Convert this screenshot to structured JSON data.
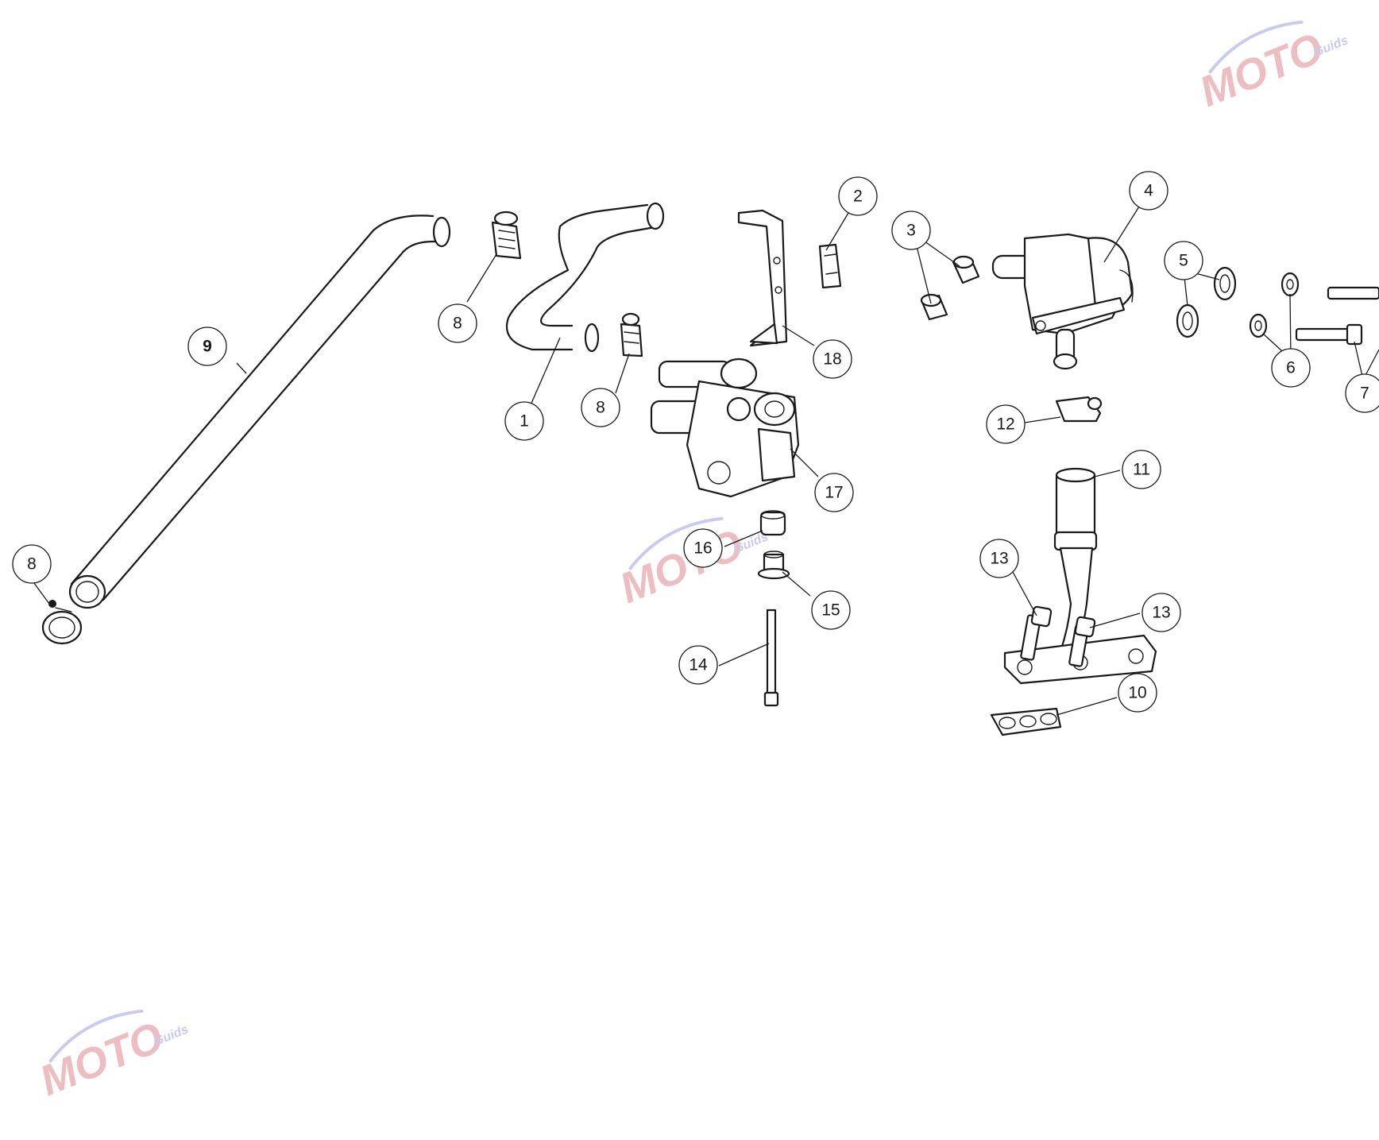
{
  "diagram": {
    "colors": {
      "line": "#1a1a1a",
      "background": "#ffffff",
      "watermark_red": "#e8a9ad",
      "watermark_blue": "#b7b9e6"
    },
    "callouts": [
      {
        "id": "c1",
        "label": "1"
      },
      {
        "id": "c2",
        "label": "2"
      },
      {
        "id": "c3",
        "label": "3"
      },
      {
        "id": "c4",
        "label": "4"
      },
      {
        "id": "c5",
        "label": "5"
      },
      {
        "id": "c6",
        "label": "6"
      },
      {
        "id": "c7",
        "label": "7"
      },
      {
        "id": "c8a",
        "label": "8"
      },
      {
        "id": "c8b",
        "label": "8"
      },
      {
        "id": "c8c",
        "label": "8"
      },
      {
        "id": "c9",
        "label": "9"
      },
      {
        "id": "c10",
        "label": "10"
      },
      {
        "id": "c11",
        "label": "11"
      },
      {
        "id": "c12",
        "label": "12"
      },
      {
        "id": "c13a",
        "label": "13"
      },
      {
        "id": "c13b",
        "label": "13"
      },
      {
        "id": "c14",
        "label": "14"
      },
      {
        "id": "c15",
        "label": "15"
      },
      {
        "id": "c16",
        "label": "16"
      },
      {
        "id": "c17",
        "label": "17"
      },
      {
        "id": "c18",
        "label": "18"
      }
    ],
    "watermark": {
      "brand": "MOTO",
      "sub": "Guids"
    }
  }
}
